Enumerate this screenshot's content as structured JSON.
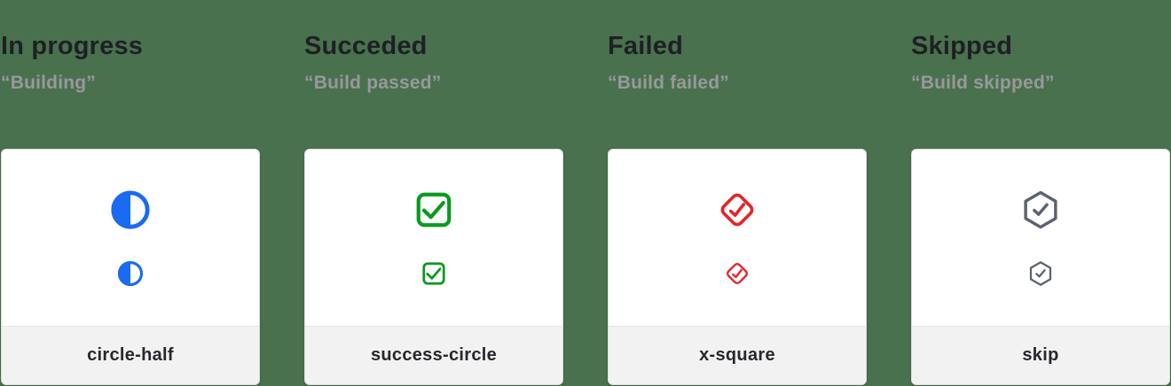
{
  "page": {
    "background_color": "#49714e",
    "card_background": "#ffffff",
    "footer_background": "#f2f2f2"
  },
  "columns": [
    {
      "title": "In progress",
      "subtitle": "“Building”",
      "icon": "circle-half-icon",
      "label": "circle-half",
      "color": "#1a6af2"
    },
    {
      "title": "Succeded",
      "subtitle": "“Build passed”",
      "icon": "check-square-icon",
      "label": "success-circle",
      "color": "#0a9a1e"
    },
    {
      "title": "Failed",
      "subtitle": "“Build failed”",
      "icon": "check-diamond-icon",
      "label": "x-square",
      "color": "#e6252a"
    },
    {
      "title": "Skipped",
      "subtitle": "“Build skipped”",
      "icon": "check-hexagon-icon",
      "label": "skip",
      "color": "#5c6370"
    }
  ]
}
